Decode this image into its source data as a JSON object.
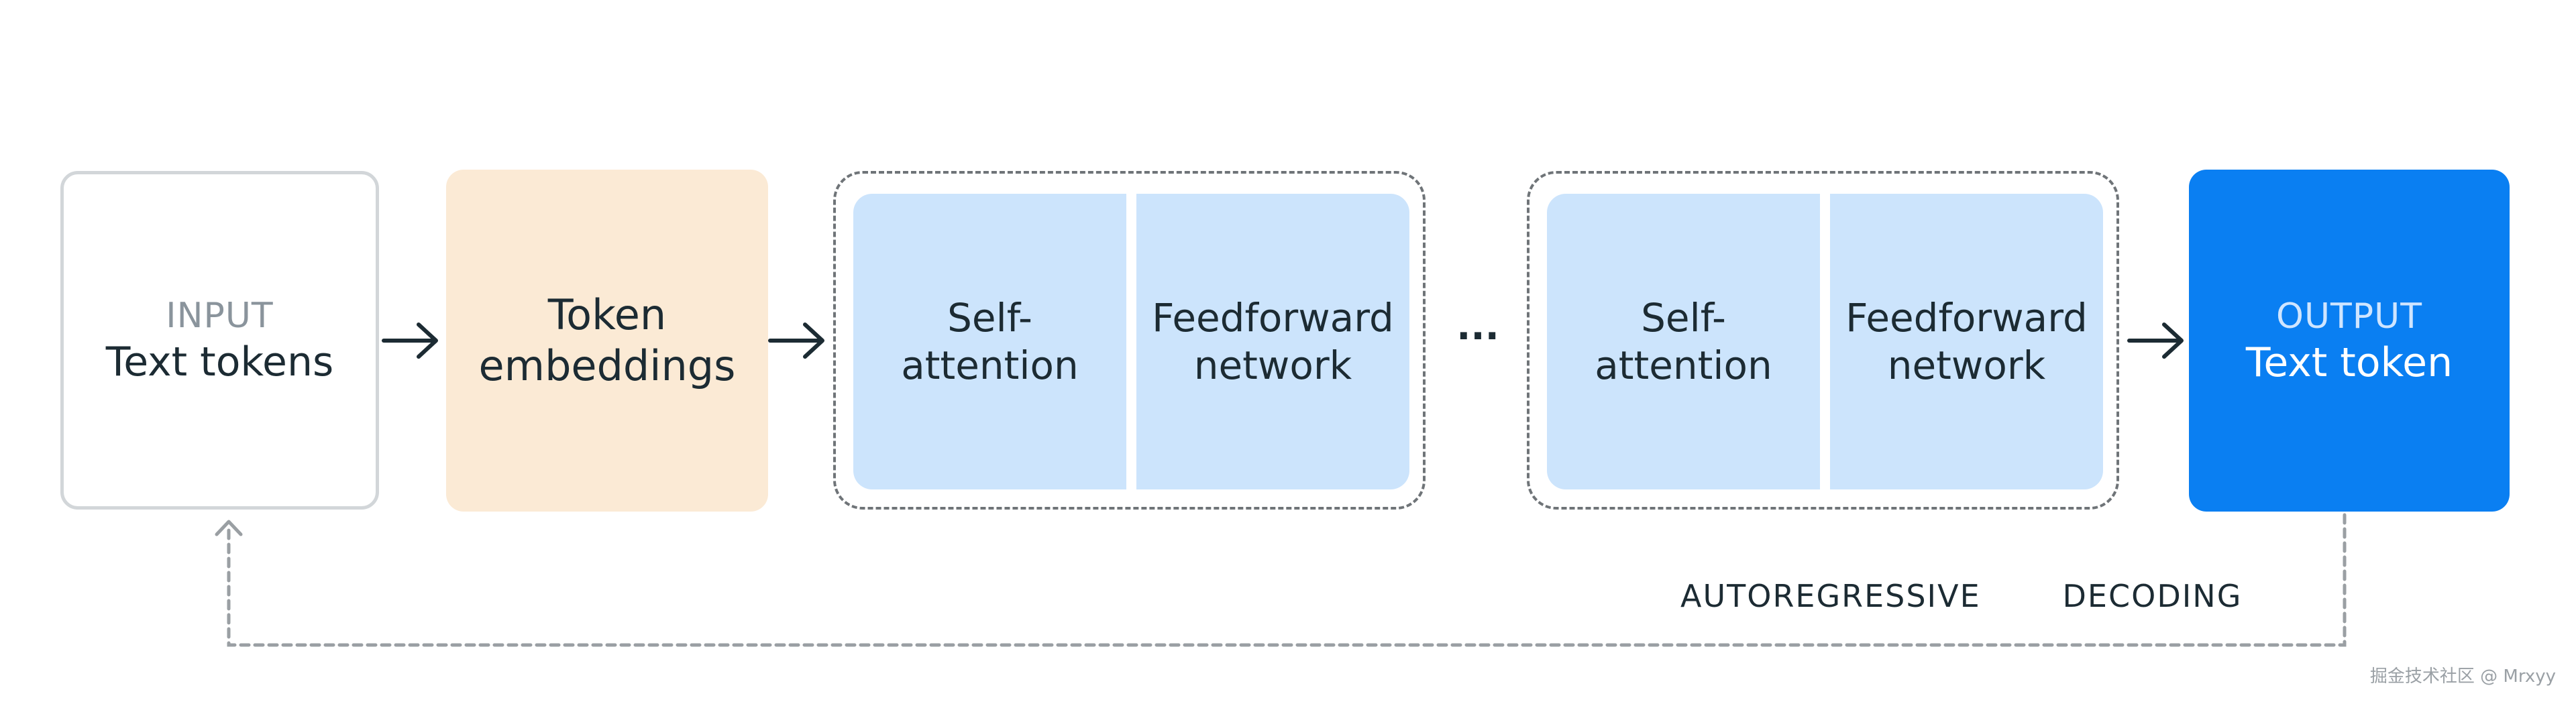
{
  "input": {
    "small": "INPUT",
    "main": "Text tokens"
  },
  "embeddings": {
    "line1": "Token",
    "line2": "embeddings"
  },
  "blocks": [
    {
      "self_attention": {
        "line1": "Self-",
        "line2": "attention"
      },
      "feedforward": {
        "line1": "Feedforward",
        "line2": "network"
      }
    },
    {
      "self_attention": {
        "line1": "Self-",
        "line2": "attention"
      },
      "feedforward": {
        "line1": "Feedforward",
        "line2": "network"
      }
    }
  ],
  "ellipsis": "...",
  "output": {
    "small": "OUTPUT",
    "main": "Text token"
  },
  "loop_label": "AUTOREGRESSIVE   DECODING",
  "watermark": "掘金技术社区 @ Mrxyy",
  "colors": {
    "input_border": "#d2d6d9",
    "embeddings_fill": "#fbead5",
    "block_fill": "#cce4fc",
    "output_fill": "#0a7ff2",
    "text_dark": "#1c2b33",
    "text_gray": "#8a949c",
    "dashed": "#6f7478"
  }
}
